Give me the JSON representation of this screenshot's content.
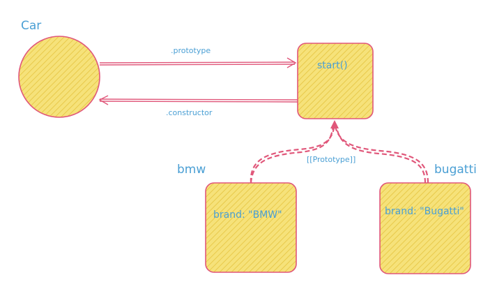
{
  "colors": {
    "stroke": "#e0577a",
    "fill": "#f6e27a",
    "text": "#4a9fd4",
    "background": "#ffffff"
  },
  "diagram": {
    "nodes": {
      "car": {
        "label": "Car",
        "shape": "circle"
      },
      "prototype_object": {
        "label": "start()",
        "shape": "rounded-rect"
      },
      "bmw": {
        "label": "bmw",
        "content": "brand: \"BMW\"",
        "shape": "rounded-rect"
      },
      "bugatti": {
        "label": "bugatti",
        "content": "brand: \"Bugatti\"",
        "shape": "rounded-rect"
      }
    },
    "edges": {
      "prototype": {
        "label": ".prototype",
        "from": "Car",
        "to": "start()",
        "style": "double-solid"
      },
      "constructor": {
        "label": ".constructor",
        "from": "start()",
        "to": "Car",
        "style": "double-solid"
      },
      "inherits": {
        "label": "[[Prototype]]",
        "from": [
          "bmw",
          "bugatti"
        ],
        "to": "start()",
        "style": "dashed"
      }
    }
  }
}
